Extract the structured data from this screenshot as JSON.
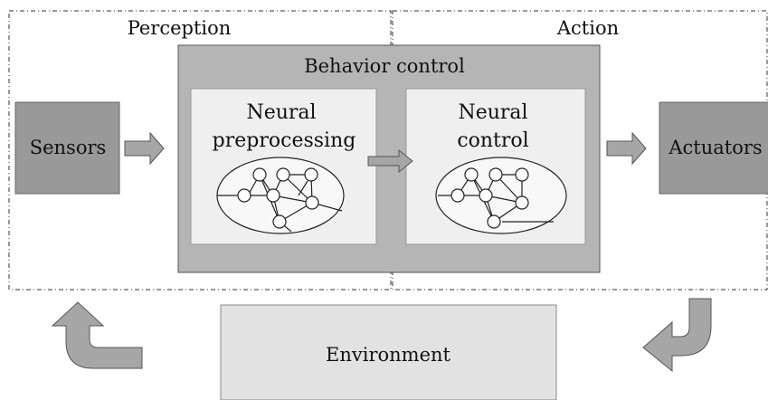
{
  "diagram": {
    "perception_label": "Perception",
    "action_label": "Action",
    "behavior_control_label": "Behavior control",
    "neural_preprocessing_line1": "Neural",
    "neural_preprocessing_line2": "preprocessing",
    "neural_control_line1": "Neural",
    "neural_control_line2": "control",
    "sensors_label": "Sensors",
    "actuators_label": "Actuators",
    "environment_label": "Environment"
  },
  "colors": {
    "dark_box": "#999999",
    "behavior_box": "#b5b5b5",
    "inner_panel": "#efefef",
    "environment_box": "#e2e2e2",
    "arrow_fill": "#a6a6a6",
    "outline": "#555555"
  }
}
